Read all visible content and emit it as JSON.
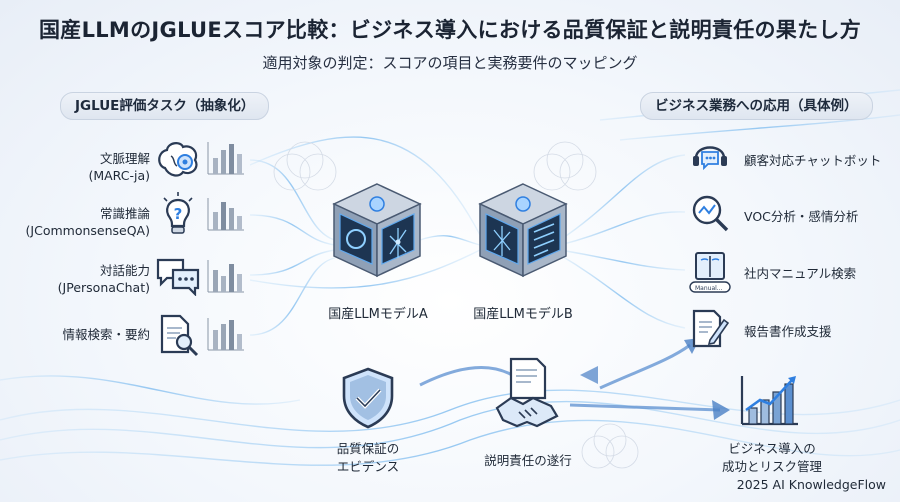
{
  "title": "国産LLMのJGLUEスコア比較：ビジネス導入における品質保証と説明責任の果たし方",
  "subtitle": "適用対象の判定：スコアの項目と実務要件のマッピング",
  "left_header": "JGLUE評価タスク（抽象化）",
  "right_header": "ビジネス業務への応用（具体例）",
  "tasks": [
    {
      "line1": "文脈理解",
      "line2": "(MARC-ja)",
      "icon": "brain-gear-icon"
    },
    {
      "line1": "常識推論",
      "line2": "(JCommonsenseQA)",
      "icon": "lightbulb-question-icon"
    },
    {
      "line1": "対話能力",
      "line2": "(JPersonaChat)",
      "icon": "chat-bubbles-icon"
    },
    {
      "line1": "情報検索・要約",
      "line2": "",
      "icon": "document-search-icon"
    }
  ],
  "models": [
    {
      "label": "国産LLMモデルA",
      "icon": "llm-cube-a-icon"
    },
    {
      "label": "国産LLMモデルB",
      "icon": "llm-cube-b-icon"
    }
  ],
  "applications": [
    {
      "label": "顧客対応チャットボット",
      "icon": "headset-chat-icon"
    },
    {
      "label": "VOC分析・感情分析",
      "icon": "magnifier-graph-icon"
    },
    {
      "label": "社内マニュアル検索",
      "icon": "manual-book-icon",
      "caption": "Manual..."
    },
    {
      "label": "報告書作成支援",
      "icon": "report-pen-icon"
    }
  ],
  "bottom": {
    "quality_line1": "品質保証の",
    "quality_line2": "エビデンス",
    "accountability": "説明責任の遂行",
    "success_line1": "ビジネス導入の",
    "success_line2": "成功とリスク管理"
  },
  "footer": "2025 AI KnowledgeFlow",
  "colors": {
    "accent": "#2f7fe0",
    "dark": "#2b3b55",
    "flow": "#8fc3f0"
  }
}
